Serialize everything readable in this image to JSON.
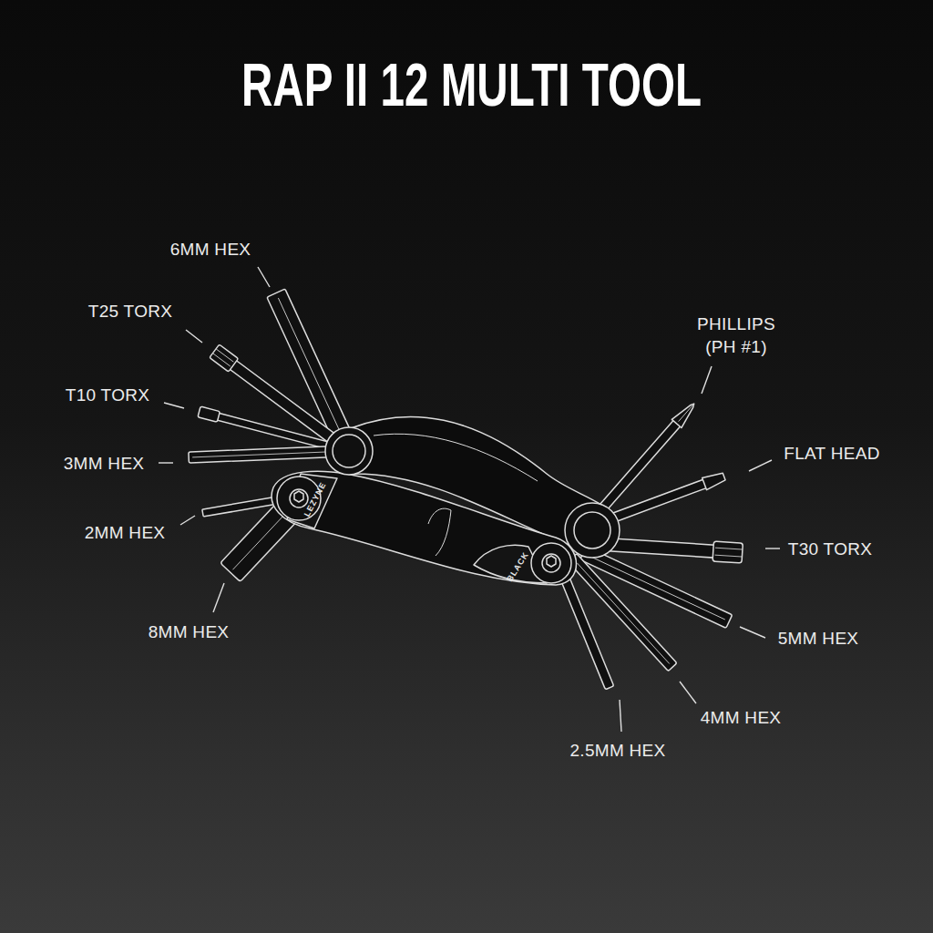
{
  "diagram": {
    "title": "RAP II 12 MULTI TOOL",
    "labels": [
      "6MM HEX",
      "T25 TORX",
      "T10 TORX",
      "3MM HEX",
      "2MM HEX",
      "8MM HEX",
      "PHILLIPS (PH #1)",
      "FLAT HEAD",
      "T30 TORX",
      "5MM HEX",
      "4MM HEX",
      "2.5MM HEX",
      "LEZYNE",
      "BLACK"
    ]
  }
}
